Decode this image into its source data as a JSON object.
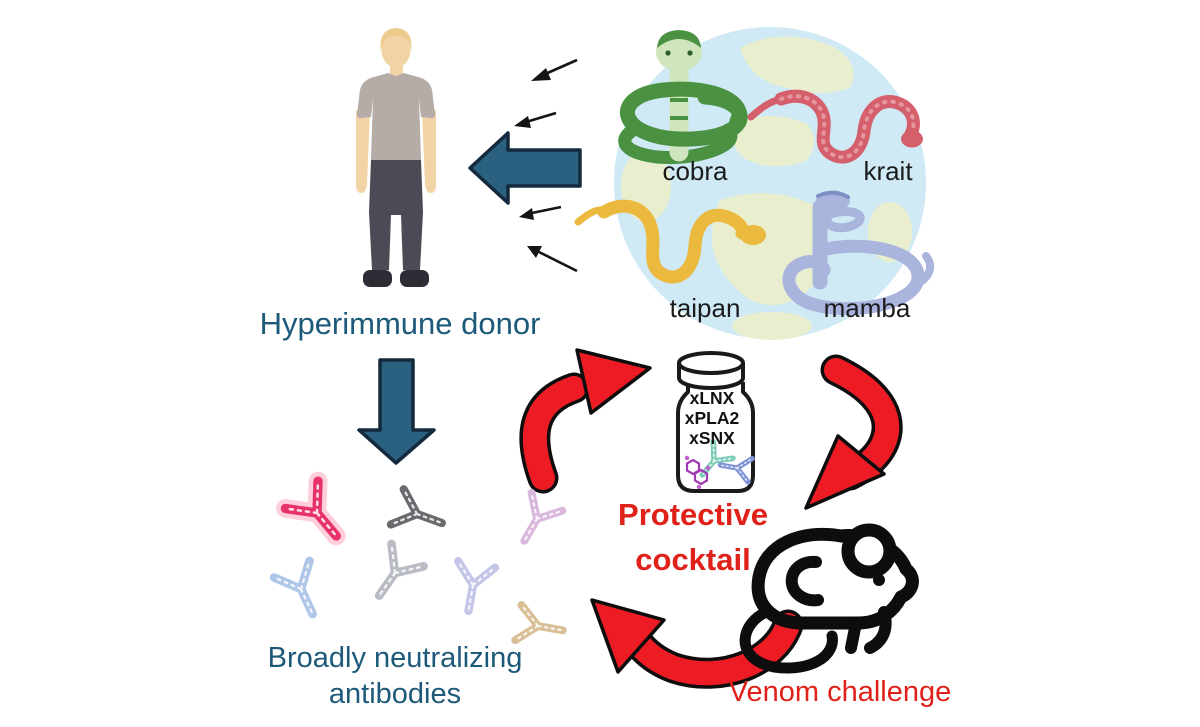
{
  "labels": {
    "donor": "Hyperimmune donor",
    "antibodies": "Broadly neutralizing antibodies",
    "cocktail": "Protective cocktail",
    "venom": "Venom challenge"
  },
  "snakes": [
    {
      "name": "cobra",
      "color": "#4a9142",
      "light": "#cfe5bd"
    },
    {
      "name": "krait",
      "color": "#d5606c"
    },
    {
      "name": "taipan",
      "color": "#eab93d"
    },
    {
      "name": "mamba",
      "color": "#a9b5dc"
    }
  ],
  "vial": {
    "lines": [
      "xLNX",
      "xPLA2",
      "xSNX"
    ]
  },
  "antibodies": [
    {
      "color": "#e8336a",
      "glow": "#ff9db8"
    },
    {
      "color": "#6a6a6e"
    },
    {
      "color": "#d9b8dc"
    },
    {
      "color": "#aec6e8"
    },
    {
      "color": "#b9bcc4"
    },
    {
      "color": "#c3c6e8"
    },
    {
      "color": "#d9bf96"
    }
  ],
  "colors": {
    "teal_arrow": "#2a6080",
    "teal_arrow_outline": "#14293c",
    "red_arrow": "#ed1c24",
    "red_arrow_outline": "#0d0d0d",
    "label_teal": "#1d5a7a",
    "label_red": "#e0211a",
    "snake_label": "#1b1b1b",
    "globe_ocean": "#cfe9f5",
    "globe_land": "#e9efce",
    "mouse_outline": "#0d0d0d",
    "vial_outline": "#1a1a1a"
  },
  "icons": [
    "globe-icon",
    "cobra-snake-icon",
    "krait-snake-icon",
    "taipan-snake-icon",
    "mamba-snake-icon",
    "donor-person-icon",
    "vial-icon",
    "mouse-icon",
    "antibody-icon",
    "teal-left-block-arrow-icon",
    "teal-down-block-arrow-icon",
    "red-curved-arrow-icon",
    "small-black-arrow-icon"
  ]
}
